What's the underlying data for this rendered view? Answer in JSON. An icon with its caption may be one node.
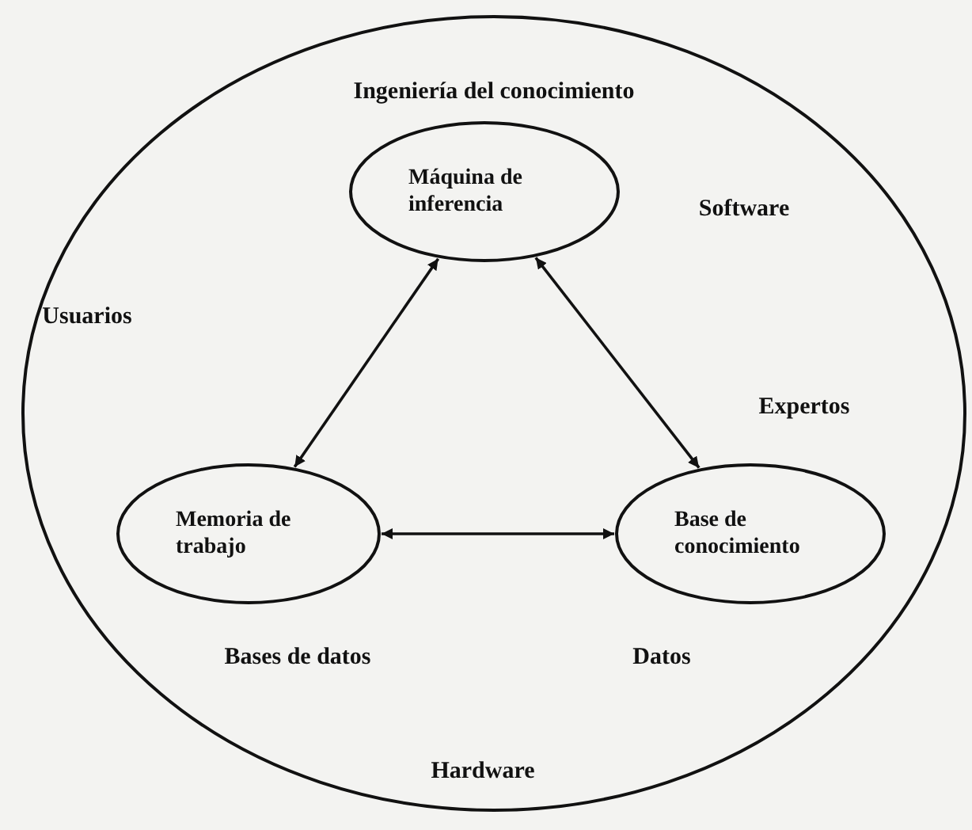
{
  "diagram": {
    "nodes": [
      {
        "text": [
          "Ingeniería del conocimiento"
        ]
      },
      {
        "text": [
          "Máquina de inferencia"
        ],
        "in": 0
      },
      {
        "text": [
          "Memoria de trabajo"
        ],
        "in": 0
      },
      {
        "text": [
          "Base de conocimiento"
        ],
        "in": 0
      }
    ],
    "edges": [
      {
        "from": 1,
        "to": 2,
        "arrow": "both"
      },
      {
        "from": 1,
        "to": 3,
        "arrow": "both"
      },
      {
        "from": 2,
        "to": 3,
        "arrow": "both"
      }
    ],
    "labels": [
      "Software",
      "Usuarios",
      "Expertos",
      "Bases de datos",
      "Datos",
      "Hardware"
    ]
  }
}
